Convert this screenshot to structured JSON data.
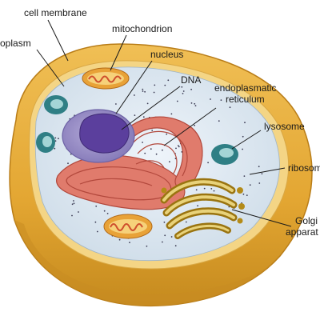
{
  "labels": {
    "cell_membrane": "cell membrane",
    "cytoplasm": "oplasm",
    "mitochondrion": "mitochondrion",
    "nucleus": "nucleus",
    "dna": "DNA",
    "endoplasmatic_line1": "endoplasmatic",
    "endoplasmatic_line2": "reticulum",
    "lysosome": "lysosome",
    "ribosome": "ribosom",
    "golgi_line1": "Golgi",
    "golgi_line2": "apparat"
  },
  "colors": {
    "outer_shell": "#e3a632",
    "outer_shell_dark": "#b97d18",
    "membrane_top": "#f4cf7a",
    "cytoplasm": "#dfe9f3",
    "nucleus_outer": "#9a8fc8",
    "nucleus_inner": "#5b3f9d",
    "er": "#e2796c",
    "er_dark": "#b2483c",
    "mito_outer": "#e8a238",
    "mito_inner": "#cf4f2d",
    "lysosome": "#3d9aa0",
    "golgi": "#b48b18",
    "golgi_light": "#e8d27a"
  }
}
